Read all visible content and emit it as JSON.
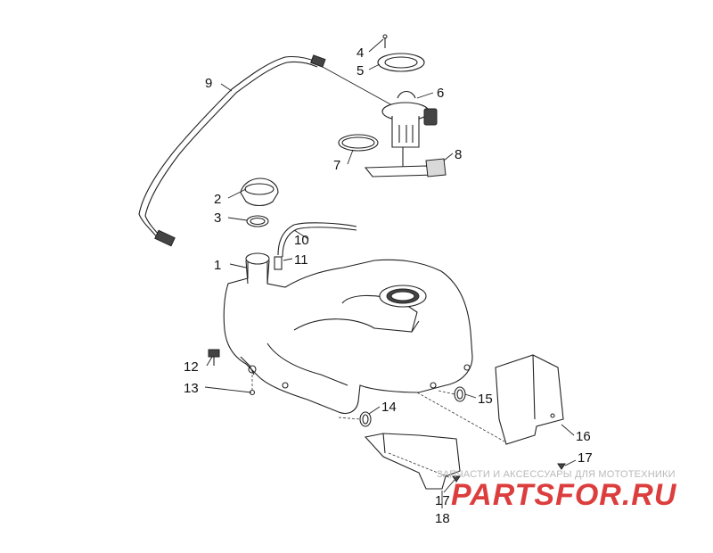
{
  "callouts": {
    "c1": "1",
    "c2": "2",
    "c3": "3",
    "c4": "4",
    "c5": "5",
    "c6": "6",
    "c7": "7",
    "c8": "8",
    "c9": "9",
    "c10": "10",
    "c11": "11",
    "c12": "12",
    "c13": "13",
    "c14": "14",
    "c15": "15",
    "c16": "16",
    "c17a": "17",
    "c17b": "17",
    "c18": "18"
  },
  "watermark": {
    "tagline": "ЗАПЧАСТИ И АКСЕССУАРЫ ДЛЯ МОТОТЕХНИКИ",
    "logo_text": "PARTSFOR.RU",
    "logo_color": "#d92a2a"
  }
}
